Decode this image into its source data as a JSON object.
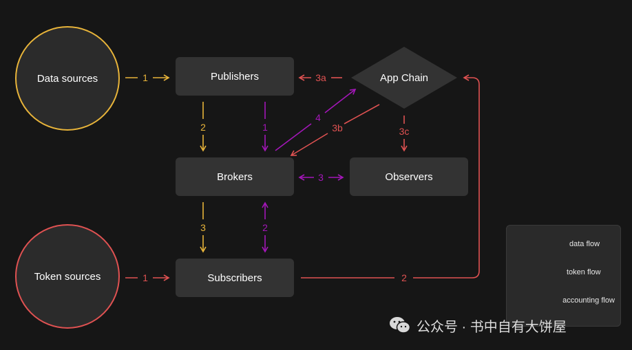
{
  "nodes": {
    "data_sources": "Data sources",
    "token_sources": "Token sources",
    "publishers": "Publishers",
    "brokers": "Brokers",
    "subscribers": "Subscribers",
    "observers": "Observers",
    "app_chain": "App Chain"
  },
  "edges": {
    "data_to_publishers": "1",
    "publishers_to_brokers_data": "2",
    "publishers_to_brokers_accounting": "1",
    "brokers_to_subscribers_data": "3",
    "subscribers_brokers_accounting": "2",
    "brokers_observers_accounting": "3",
    "brokers_to_appchain_accounting": "4",
    "appchain_to_brokers_token": "3b",
    "appchain_to_publishers_token": "3a",
    "appchain_to_observers_token": "3c",
    "tokens_to_subscribers": "1",
    "subscribers_to_appchain_token": "2"
  },
  "legend": {
    "data_flow": "data flow",
    "token_flow": "token flow",
    "accounting_flow": "accounting flow"
  },
  "colors": {
    "data_flow": "#e8b43a",
    "token_flow": "#e05252",
    "accounting_flow": "#a416b9"
  },
  "watermark": {
    "text": "公众号 · 书中自有大饼屋",
    "icon": "wechat-icon"
  }
}
